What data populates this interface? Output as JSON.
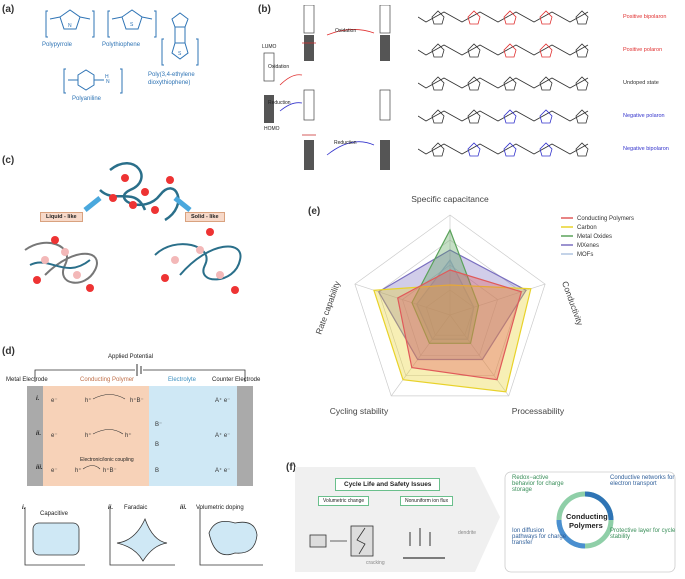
{
  "panels": {
    "a": {
      "label": "(a)",
      "polymers": [
        "Polypyrrole",
        "Polythiophene",
        "Poly(3,4-ethylene",
        "dioxythiophene)",
        "Polyaniline"
      ]
    },
    "b": {
      "label": "(b)",
      "lumo": "LUMO",
      "homo": "HOMO",
      "oxidation": "Oxidation",
      "reduction": "Reduction",
      "states": [
        "Positive bipolaron",
        "Positive polaron",
        "Undoped state",
        "Negative polaron",
        "Negative bipolaron"
      ],
      "state_colors": [
        "#e03030",
        "#e03030",
        "#333333",
        "#3333cc",
        "#3333cc"
      ]
    },
    "c": {
      "label": "(c)",
      "liquid": "Liquid - like",
      "solid": "Solid - like"
    },
    "d": {
      "label": "(d)",
      "potential": "Applied Potential",
      "metal": "Metal Electrode",
      "counter": "Counter Electrode",
      "polymer": "Conducting Polymer",
      "electrolyte": "Electrolyte",
      "rows": [
        "i.",
        "ii.",
        "iii."
      ],
      "coupling": "Electronic/ionic coupling",
      "curves": [
        {
          "num": "i.",
          "name": "Capacitive"
        },
        {
          "num": "ii.",
          "name": "Faradaic"
        },
        {
          "num": "iii.",
          "name": "Volumetric doping"
        }
      ],
      "axis_i": "i",
      "axis_v": "V",
      "e": "e⁻"
    },
    "e": {
      "label": "(e)"
    },
    "f": {
      "label": "(f)",
      "title": "Cycle Life and Safety Issues",
      "vol": "Volumetric change",
      "ion": "Nonuniform ion flux",
      "cracking": "cracking",
      "dendrite": "dendrite",
      "center": [
        "Conducting",
        "Polymers"
      ],
      "features": [
        "Redox−active behavior for charge storage",
        "Conductive networks for electron transport",
        "Ion diffusion pathways for charge transfer",
        "Protective layer for cycle stability"
      ]
    }
  },
  "chart_data": {
    "type": "radar",
    "axes": [
      "Specific capacitance",
      "Conductivity",
      "Processability",
      "Cycling stability",
      "Rate capability"
    ],
    "series": [
      {
        "name": "Conducting Polymers",
        "color": "#e05a5a",
        "values": [
          0.45,
          0.75,
          0.8,
          0.65,
          0.55
        ]
      },
      {
        "name": "Carbon",
        "color": "#e8d22a",
        "values": [
          0.3,
          0.85,
          0.95,
          0.8,
          0.8
        ]
      },
      {
        "name": "Metal Oxides",
        "color": "#5aa25a",
        "values": [
          0.85,
          0.3,
          0.35,
          0.35,
          0.4
        ]
      },
      {
        "name": "MXenes",
        "color": "#7a6fc0",
        "values": [
          0.65,
          0.8,
          0.55,
          0.55,
          0.75
        ]
      },
      {
        "name": "MOFs",
        "color": "#b0c4e0",
        "values": [
          0.55,
          0.25,
          0.3,
          0.3,
          0.35
        ]
      }
    ],
    "rmax": 1,
    "rings": 4
  }
}
